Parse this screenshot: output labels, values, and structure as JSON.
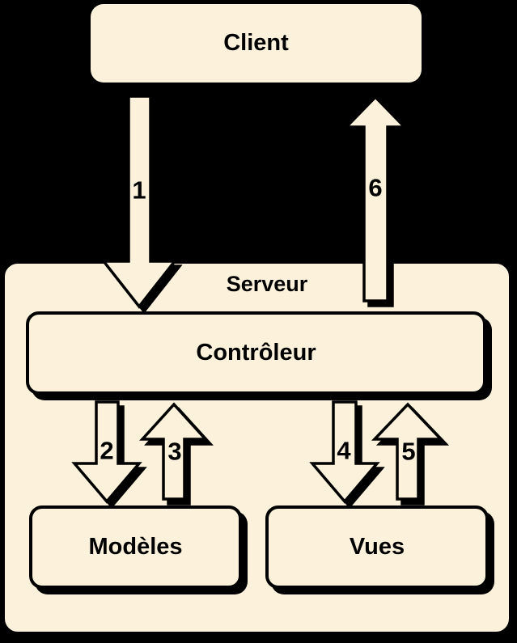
{
  "nodes": {
    "client": {
      "label": "Client"
    },
    "serveur": {
      "label": "Serveur"
    },
    "controleur": {
      "label": "Contrôleur"
    },
    "modeles": {
      "label": "Modèles"
    },
    "vues": {
      "label": "Vues"
    }
  },
  "arrows": [
    {
      "label": "1",
      "direction": "down",
      "from": "Client",
      "to": "Contrôleur"
    },
    {
      "label": "2",
      "direction": "down",
      "from": "Contrôleur",
      "to": "Modèles"
    },
    {
      "label": "3",
      "direction": "up",
      "from": "Modèles",
      "to": "Contrôleur"
    },
    {
      "label": "4",
      "direction": "down",
      "from": "Contrôleur",
      "to": "Vues"
    },
    {
      "label": "5",
      "direction": "up",
      "from": "Vues",
      "to": "Contrôleur"
    },
    {
      "label": "6",
      "direction": "up",
      "from": "Contrôleur",
      "to": "Client"
    }
  ],
  "colors": {
    "background": "#000000",
    "node_fill": "#FCF2DC",
    "outline": "#000000",
    "text": "#000000"
  }
}
